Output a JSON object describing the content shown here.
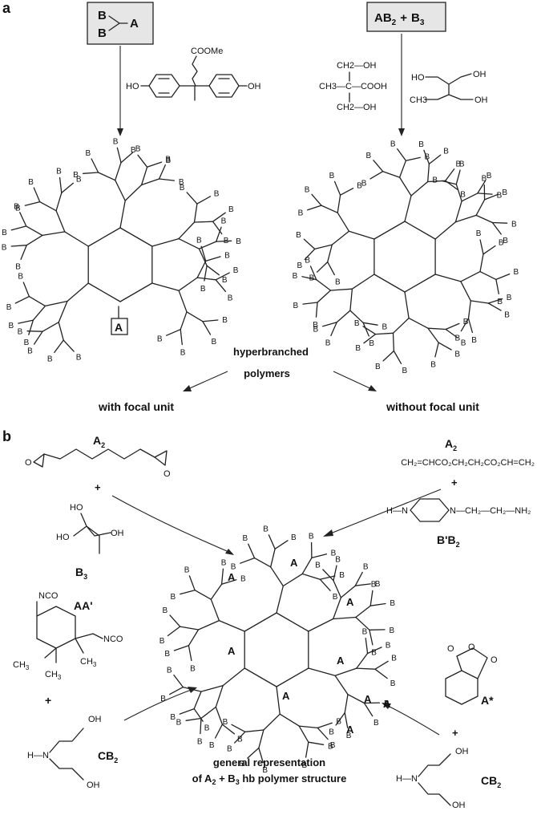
{
  "panel_a": {
    "label": "a",
    "ab2_box": {
      "b1": "B",
      "b2": "B",
      "a": "A"
    },
    "ab2_b3_box": {
      "ab": "AB",
      "sub2": "2",
      "plus": "+",
      "b": "B",
      "sub3": "3"
    },
    "bisphenol": {
      "ester": "COOMe",
      "ho": "HO",
      "oh": "OH"
    },
    "dmpa": {
      "ch2oh_top": "CH2—OH",
      "center": "CH3—C—COOH",
      "ch2oh_bottom": "CH2—OH"
    },
    "tmp": {
      "ho": "HO",
      "oh_top": "OH",
      "ch3": "CH3",
      "oh_bottom": "OH"
    },
    "focal_label": "A",
    "end_group": "B",
    "caption_line1": "hyperbranched",
    "caption_line2": "polymers",
    "left_title": "with focal unit",
    "right_title": "without focal unit"
  },
  "panel_b": {
    "label": "b",
    "diepoxide": {
      "name": "A",
      "sub": "2"
    },
    "plus": "+",
    "triol": {
      "name": "B",
      "sub": "3",
      "ho_top": "HO",
      "ho_left": "HO",
      "oh": "OH"
    },
    "diacrylate": {
      "name": "A",
      "sub": "2",
      "formula": "CH₂=CHCO₂CH₂CH₂CO₂CH=CH₂"
    },
    "piperazine": {
      "prefix": "H—N",
      "chain": "N—CH₂—CH₂—NH₂",
      "name": "B'B",
      "sub": "2"
    },
    "ipdi": {
      "nco_top": "NCO",
      "nco_right": "NCO",
      "name": "AA'"
    },
    "dea_left": {
      "h_n": "H—N",
      "oh_top": "OH",
      "oh_bottom": "OH",
      "name": "CB",
      "sub": "2"
    },
    "anhydride": {
      "name": "A*"
    },
    "dea_right": {
      "h_n": "H—N",
      "oh_top": "OH",
      "oh_bottom": "OH",
      "name": "CB",
      "sub": "2"
    },
    "caption_line1": "general representation",
    "caption_line2_pre": "of A",
    "caption_line2_mid": " + B",
    "caption_line2_post": " hb polymer structure",
    "sub2": "2",
    "sub3": "3",
    "end_group": "B",
    "internal_a": "A"
  }
}
